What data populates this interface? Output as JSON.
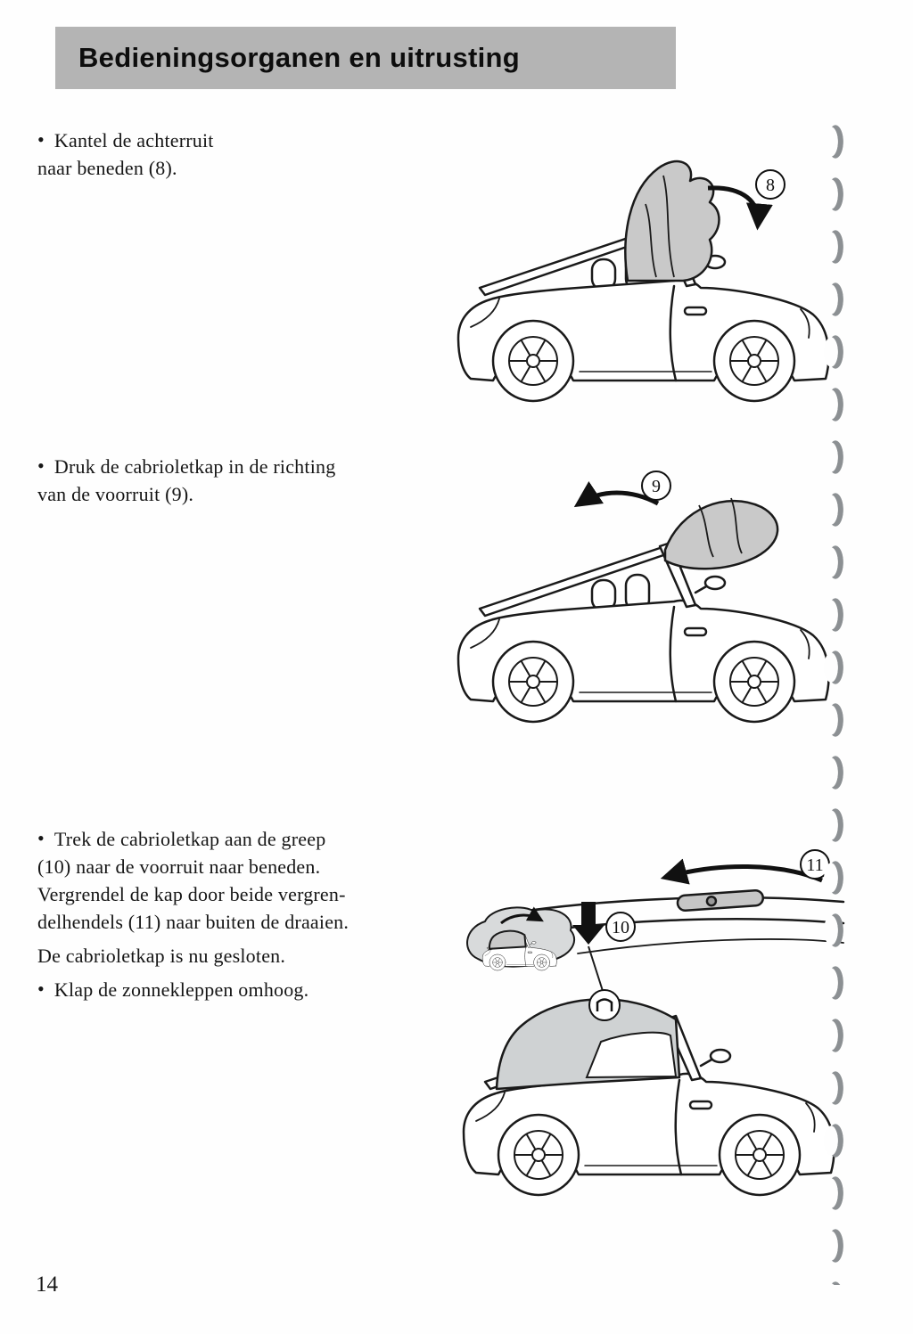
{
  "header": {
    "title": "Bedieningsorganen en uitrusting"
  },
  "sections": {
    "step8": {
      "marker": "•",
      "lines": [
        "Kantel de achterruit",
        "naar beneden (8)."
      ],
      "callout": "8"
    },
    "step9": {
      "marker": "•",
      "lines": [
        "Druk de cabrioletkap in de richting",
        "van de voorruit (9)."
      ],
      "callout": "9"
    },
    "step10": {
      "marker": "•",
      "lines": [
        "Trek de cabrioletkap aan de greep",
        "(10) naar de voorruit naar beneden.",
        "Vergrendel de kap door beide vergren-",
        "delhendels (11) naar buiten de draaien."
      ],
      "closing_line": "De cabrioletkap is nu gesloten.",
      "callout_a": "10",
      "callout_b": "11"
    },
    "step_sunvisor": {
      "marker": "•",
      "lines": [
        "Klap de zonnekleppen omhoog."
      ]
    }
  },
  "footer": {
    "page_number": "14"
  },
  "colors": {
    "header_bar": "#b4b4b4",
    "line_art": "#1a1a1a",
    "soft_top_gray": "#c9c9c9",
    "roof_gray": "#cfd2d3",
    "binding_gray": "#8c9093"
  }
}
